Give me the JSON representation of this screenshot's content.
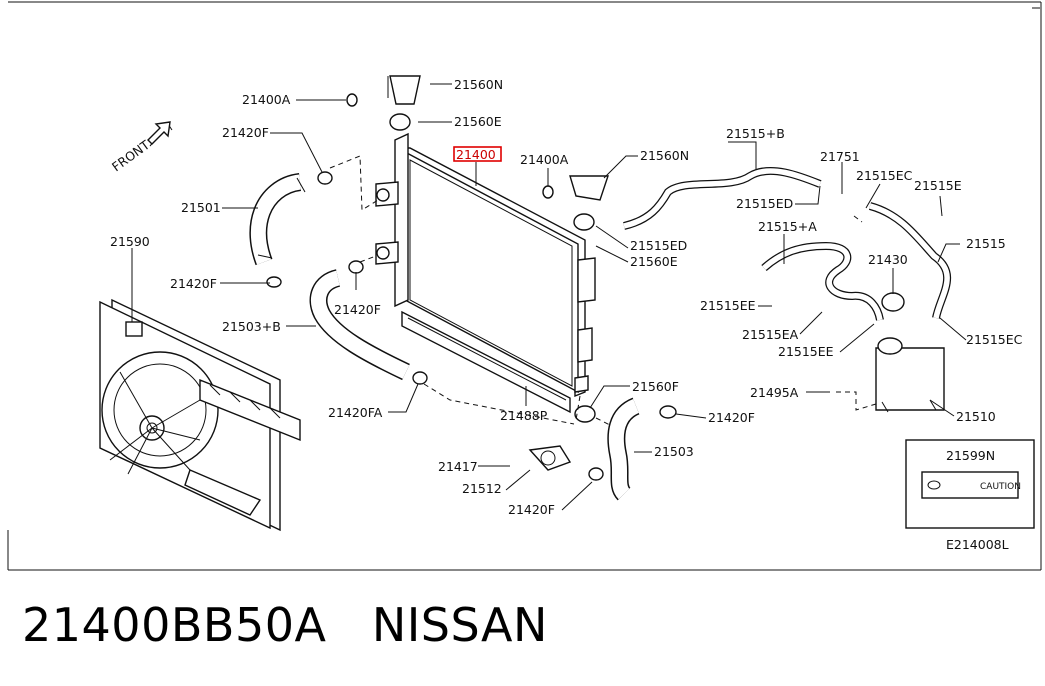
{
  "diagram": {
    "direction_label": "FRONT",
    "diagram_code": "E214008L",
    "highlighted_part": "21400",
    "label_box": {
      "part": "21599N",
      "caution": "CAUTION"
    },
    "parts": {
      "p21560N_top": "21560N",
      "p21400A_top": "21400A",
      "p21560E_top": "21560E",
      "p21420F_top": "21420F",
      "p21400": "21400",
      "p21400A_mid": "21400A",
      "p21560N_mid": "21560N",
      "p21515B": "21515+B",
      "p21751": "21751",
      "p21515EC_top": "21515EC",
      "p21515E": "21515E",
      "p21515ED_top": "21515ED",
      "p21515A": "21515+A",
      "p21515ED_mid": "21515ED",
      "p21515_right": "21515",
      "p21560E_mid": "21560E",
      "p21501": "21501",
      "p21590": "21590",
      "p21420F_left": "21420F",
      "p21420F_mid": "21420F",
      "p21430": "21430",
      "p21515EE": "21515EE",
      "p21515EA": "21515EA",
      "p21515EC_right": "21515EC",
      "p21515EE_b": "21515EE",
      "p21503B": "21503+B",
      "p21495A": "21495A",
      "p21560F": "21560F",
      "p21420FA": "21420FA",
      "p21488P": "21488P",
      "p21420F_r": "21420F",
      "p21510": "21510",
      "p21503": "21503",
      "p21417": "21417",
      "p21512": "21512",
      "p21420F_bot": "21420F"
    }
  },
  "caption": {
    "part_number": "21400BB50A",
    "brand": "NISSAN"
  }
}
